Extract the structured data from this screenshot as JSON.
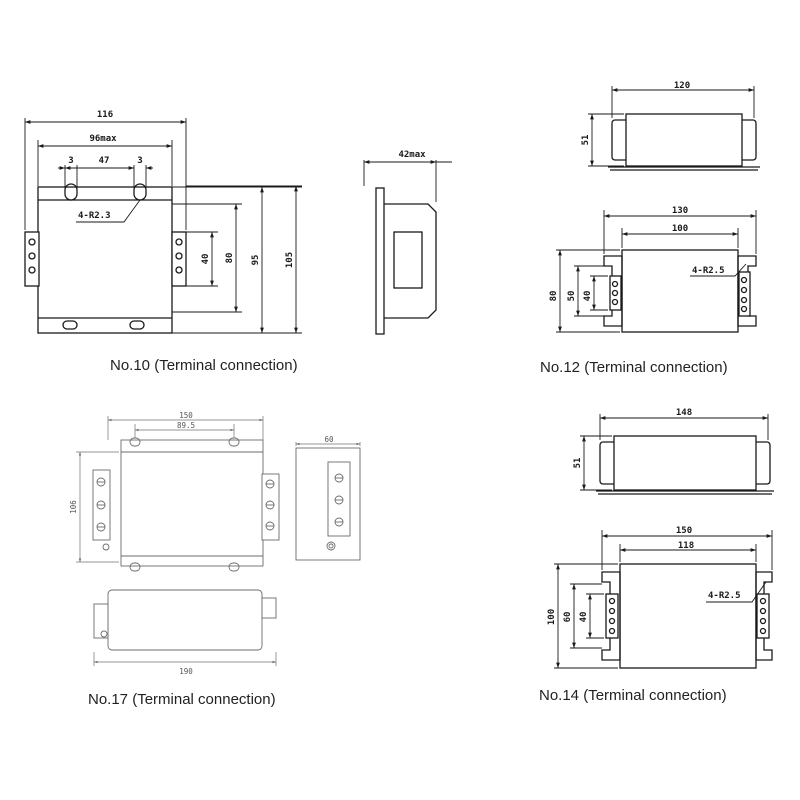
{
  "captions": {
    "no10": "No.10 (Terminal connection)",
    "no12": "No.12 (Terminal connection)",
    "no17": "No.17 (Terminal connection)",
    "no14": "No.14 (Terminal connection)"
  },
  "no10": {
    "dims": {
      "overall_width": "116",
      "body_width": "96max",
      "offset_left": "3",
      "hole_spacing": "47",
      "offset_right": "3",
      "holes": "4-R2.3",
      "terminal_height": "40",
      "inner_height": "80",
      "body_height": "95",
      "overall_height": "105"
    }
  },
  "no10_side": {
    "dims": {
      "depth": "42max"
    }
  },
  "no12": {
    "top_dims": {
      "width": "120",
      "height": "51"
    },
    "front_dims": {
      "overall_width": "130",
      "hole_spacing": "100",
      "holes": "4-R2.5",
      "height": "80",
      "inner_height": "50",
      "terminal_height": "40"
    }
  },
  "no17": {
    "dims": {
      "overall_width": "150",
      "hole_spacing": "89.5",
      "height": "106",
      "side_depth": "60",
      "bottom_width": "190"
    }
  },
  "no14": {
    "top_dims": {
      "width": "148",
      "height": "51"
    },
    "front_dims": {
      "overall_width": "150",
      "hole_spacing": "118",
      "holes": "4-R2.5",
      "height": "100",
      "inner_height": "60",
      "terminal_height": "40"
    }
  }
}
